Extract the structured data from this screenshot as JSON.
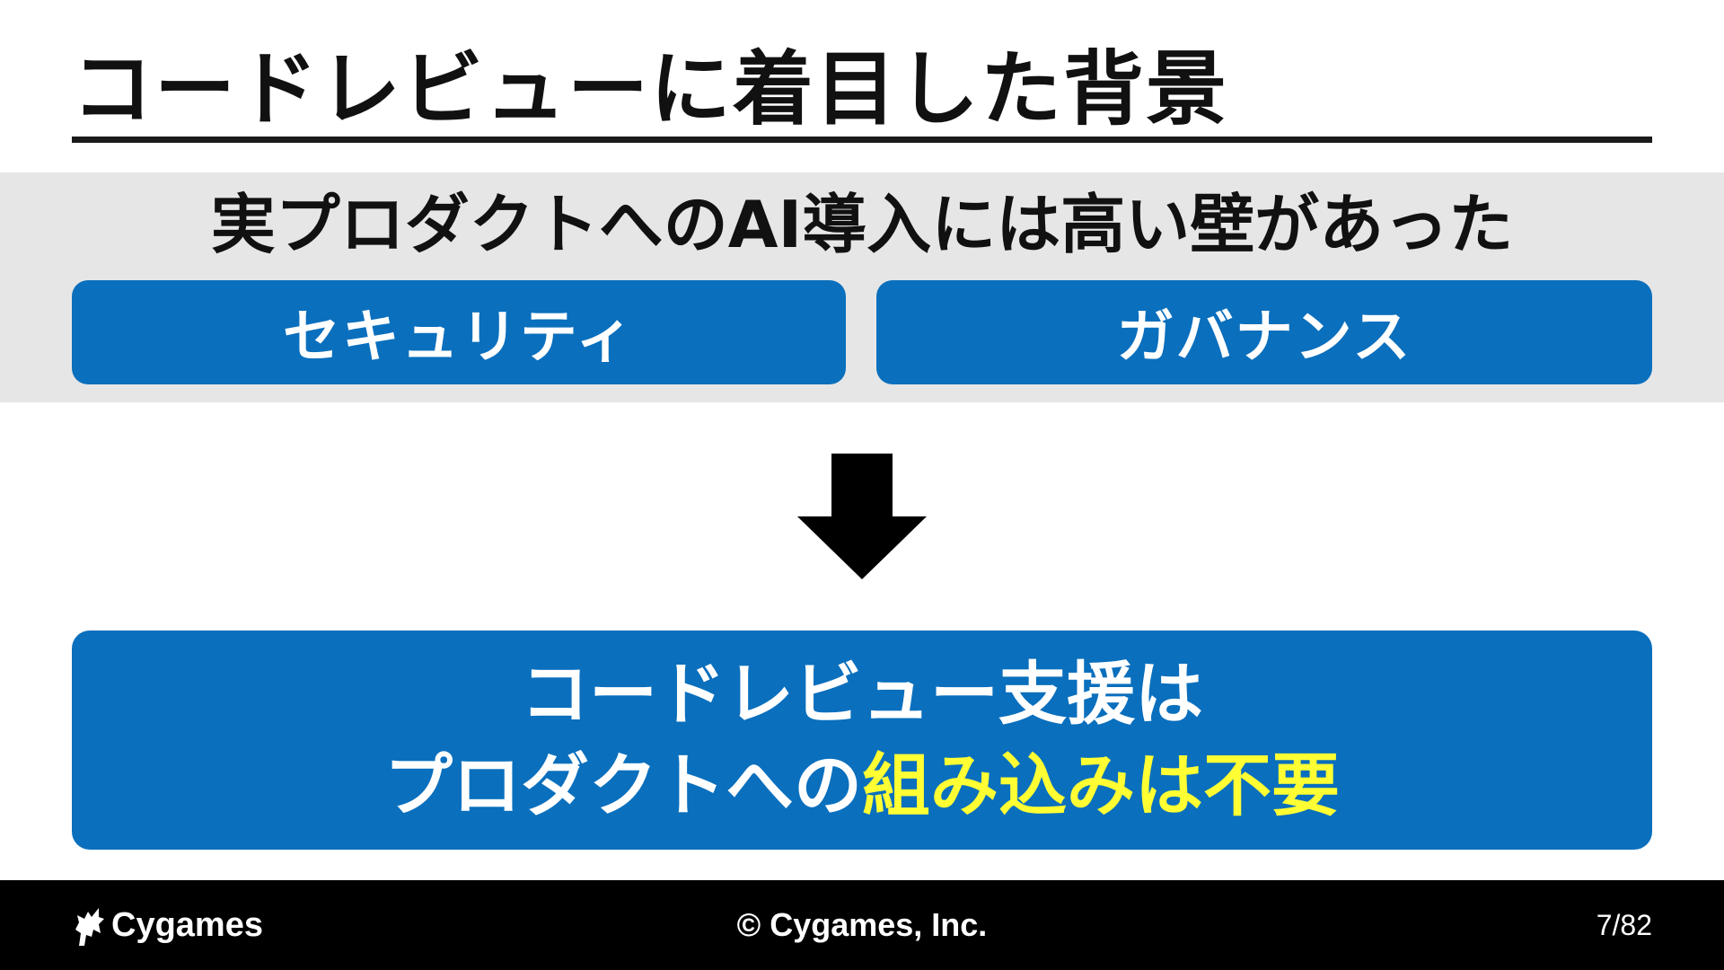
{
  "slide": {
    "title": "コードレビューに着目した背景",
    "band_heading": "実プロダクトへのAI導入には高い壁があった",
    "barriers": [
      {
        "label": "セキュリティ"
      },
      {
        "label": "ガバナンス"
      }
    ],
    "arrow_icon": "down-arrow-icon",
    "result": {
      "line1": "コードレビュー支援は",
      "line2_normal": "プロダクトへの",
      "line2_highlight": "組み込みは不要"
    }
  },
  "footer": {
    "logo_text": "Cygames",
    "copyright": "© Cygames, Inc.",
    "page": "7/82"
  },
  "colors": {
    "accent_blue": "#0a6fbd",
    "highlight_yellow": "#ffff33",
    "band_gray": "#e6e6e6",
    "footer_bg": "#000000"
  }
}
